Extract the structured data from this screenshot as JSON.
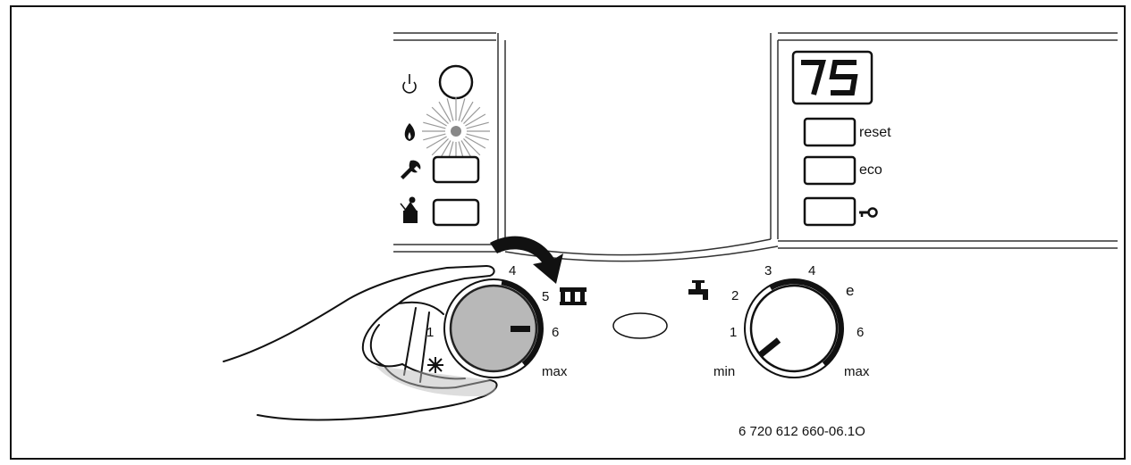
{
  "display": {
    "value": "75"
  },
  "buttons": {
    "reset_label": "reset",
    "eco_label": "eco"
  },
  "icons": {
    "power": "power-icon",
    "flame": "flame-icon",
    "service": "wrench-icon",
    "chimney": "chimney-sweep-icon",
    "key": "key-lock-icon",
    "radiator": "radiator-icon",
    "tap": "hot-water-tap-icon",
    "frost": "frost-protection-icon"
  },
  "heating_dial": {
    "marks": [
      "4",
      "5",
      "6",
      "max",
      "1"
    ]
  },
  "hot_water_dial": {
    "marks": [
      "min",
      "1",
      "2",
      "3",
      "4",
      "e",
      "6",
      "max"
    ]
  },
  "figure_code": "6 720 612 660-06.1O",
  "colors": {
    "knob_fill": "#b8b8b8",
    "line": "#111111",
    "led": "#888888"
  }
}
